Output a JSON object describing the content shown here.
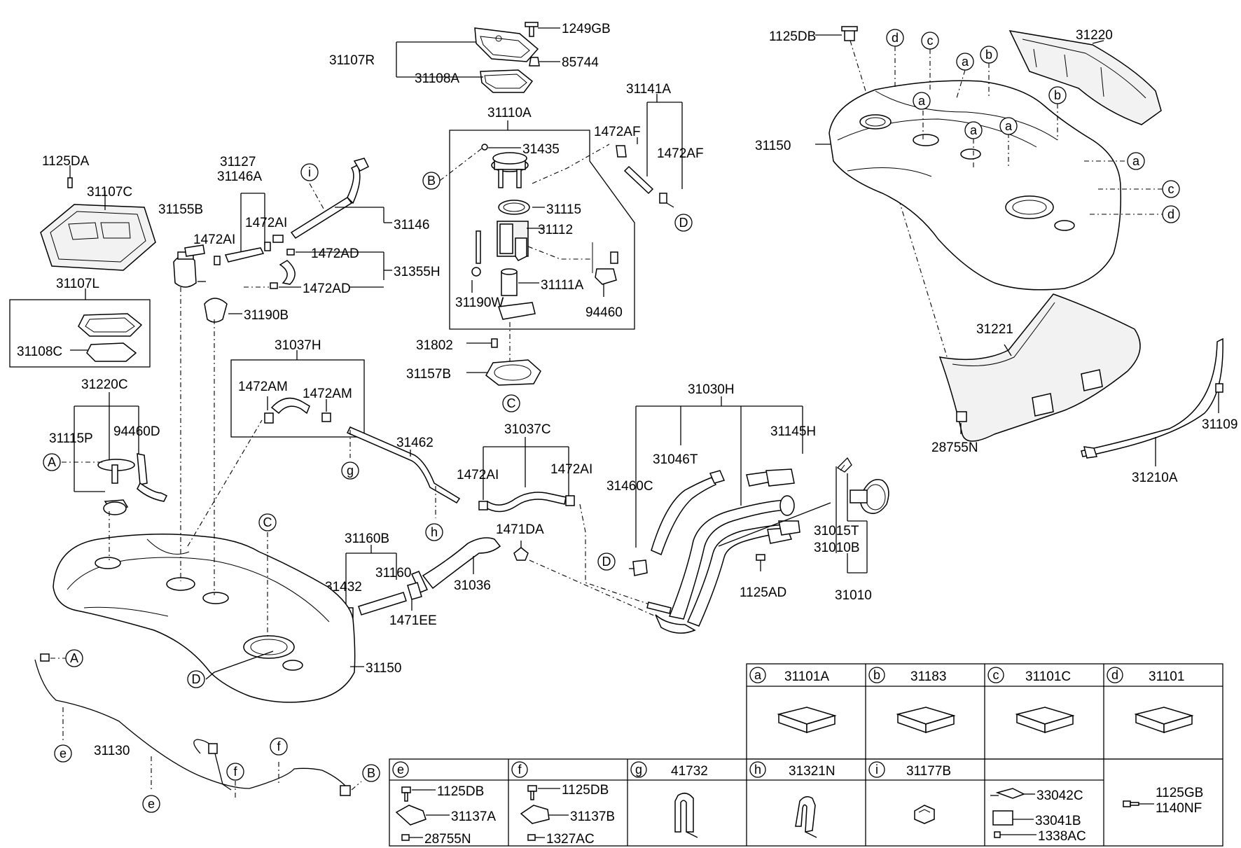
{
  "labels": {
    "l_1249GB": "1249GB",
    "l_85744": "85744",
    "l_31107R": "31107R",
    "l_31108A": "31108A",
    "l_31141A": "31141A",
    "l_1472AF_1": "1472AF",
    "l_1472AF_2": "1472AF",
    "l_31110A": "31110A",
    "l_31435": "31435",
    "l_31115": "31115",
    "l_31112": "31112",
    "l_31111A": "31111A",
    "l_31190W": "31190W",
    "l_94460": "94460",
    "l_31802": "31802",
    "l_31157B": "31157B",
    "l_1125DA": "1125DA",
    "l_31107C": "31107C",
    "l_31107L": "31107L",
    "l_31108C": "31108C",
    "l_31155B": "31155B",
    "l_31127": "31127",
    "l_31146A": "31146A",
    "l_1472AI_1": "1472AI",
    "l_1472AI_2": "1472AI",
    "l_31146": "31146",
    "l_1472AD_1": "1472AD",
    "l_1472AD_2": "1472AD",
    "l_31355H": "31355H",
    "l_31190B": "31190B",
    "l_31037H": "31037H",
    "l_1472AM_1": "1472AM",
    "l_1472AM_2": "1472AM",
    "l_31220C": "31220C",
    "l_31115P": "31115P",
    "l_94460D": "94460D",
    "l_31462": "31462",
    "l_31037C": "31037C",
    "l_1472AI_3": "1472AI",
    "l_1472AI_4": "1472AI",
    "l_1471DA": "1471DA",
    "l_31160B": "31160B",
    "l_31160": "31160",
    "l_31432": "31432",
    "l_31036": "31036",
    "l_1471EE": "1471EE",
    "l_31150_low": "31150",
    "l_31130": "31130",
    "l_31030H": "31030H",
    "l_31046T": "31046T",
    "l_31145H": "31145H",
    "l_31460C": "31460C",
    "l_31015T": "31015T",
    "l_31010B": "31010B",
    "l_31010": "31010",
    "l_1125AD": "1125AD",
    "l_1125DB_top": "1125DB",
    "l_31220": "31220",
    "l_31150_top": "31150",
    "l_31221": "31221",
    "l_28755N_top": "28755N",
    "l_31109": "31109",
    "l_31210A": "31210A"
  },
  "callouts": {
    "c_a": "a",
    "c_b": "b",
    "c_c": "c",
    "c_d": "d",
    "c_e": "e",
    "c_f": "f",
    "c_g": "g",
    "c_h": "h",
    "c_i": "i",
    "c_A": "A",
    "c_B": "B",
    "c_C": "C",
    "c_D": "D"
  },
  "legend_top": [
    {
      "letter": "a",
      "part": "31101A"
    },
    {
      "letter": "b",
      "part": "31183"
    },
    {
      "letter": "c",
      "part": "31101C"
    },
    {
      "letter": "d",
      "part": "31101"
    }
  ],
  "legend_bottom": {
    "e": {
      "letter": "e",
      "parts": [
        "1125DB",
        "31137A",
        "28755N"
      ]
    },
    "f": {
      "letter": "f",
      "parts": [
        "1125DB",
        "31137B",
        "1327AC"
      ]
    },
    "g": {
      "letter": "g",
      "part": "41732"
    },
    "h": {
      "letter": "h",
      "part": "31321N"
    },
    "i": {
      "letter": "i",
      "part": "31177B"
    },
    "j": {
      "parts": [
        "33042C",
        "33041B",
        "1338AC"
      ]
    },
    "k": {
      "parts": [
        "1125GB",
        "1140NF"
      ]
    }
  }
}
